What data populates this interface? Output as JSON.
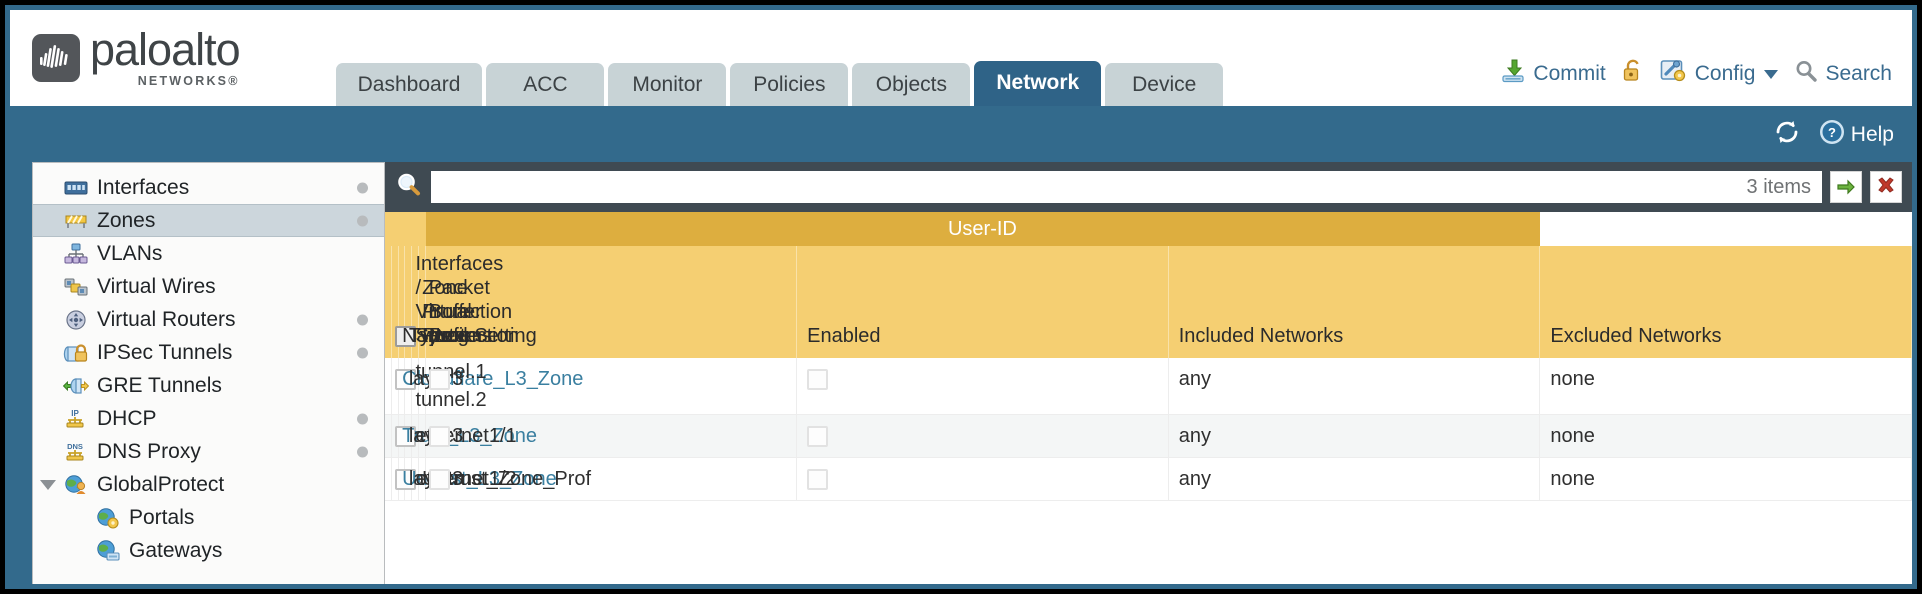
{
  "brand": {
    "name": "paloalto",
    "sub": "NETWORKS®",
    "logo_icon": "paloalto-logo-icon"
  },
  "tabs": [
    {
      "label": "Dashboard",
      "active": false
    },
    {
      "label": "ACC",
      "active": false
    },
    {
      "label": "Monitor",
      "active": false
    },
    {
      "label": "Policies",
      "active": false
    },
    {
      "label": "Objects",
      "active": false
    },
    {
      "label": "Network",
      "active": true
    },
    {
      "label": "Device",
      "active": false
    }
  ],
  "top_actions": {
    "commit": "Commit",
    "lock_icon": "padlock-unlocked-icon",
    "config": "Config",
    "search": "Search"
  },
  "band": {
    "refresh_icon": "refresh-icon",
    "help": "Help"
  },
  "sidebar": {
    "items": [
      {
        "label": "Interfaces",
        "icon": "interfaces-icon",
        "selected": false,
        "dot": true,
        "child": false,
        "expander": false
      },
      {
        "label": "Zones",
        "icon": "zones-icon",
        "selected": true,
        "dot": true,
        "child": false,
        "expander": false
      },
      {
        "label": "VLANs",
        "icon": "vlans-icon",
        "selected": false,
        "dot": false,
        "child": false,
        "expander": false
      },
      {
        "label": "Virtual Wires",
        "icon": "virtual-wires-icon",
        "selected": false,
        "dot": false,
        "child": false,
        "expander": false
      },
      {
        "label": "Virtual Routers",
        "icon": "virtual-routers-icon",
        "selected": false,
        "dot": true,
        "child": false,
        "expander": false
      },
      {
        "label": "IPSec Tunnels",
        "icon": "ipsec-tunnels-icon",
        "selected": false,
        "dot": true,
        "child": false,
        "expander": false
      },
      {
        "label": "GRE Tunnels",
        "icon": "gre-tunnels-icon",
        "selected": false,
        "dot": false,
        "child": false,
        "expander": false
      },
      {
        "label": "DHCP",
        "icon": "dhcp-icon",
        "selected": false,
        "dot": true,
        "child": false,
        "expander": false
      },
      {
        "label": "DNS Proxy",
        "icon": "dns-proxy-icon",
        "selected": false,
        "dot": true,
        "child": false,
        "expander": false
      },
      {
        "label": "GlobalProtect",
        "icon": "globalprotect-icon",
        "selected": false,
        "dot": false,
        "child": false,
        "expander": true
      },
      {
        "label": "Portals",
        "icon": "portals-icon",
        "selected": false,
        "dot": false,
        "child": true,
        "expander": false
      },
      {
        "label": "Gateways",
        "icon": "gateways-icon",
        "selected": false,
        "dot": false,
        "child": true,
        "expander": false
      }
    ]
  },
  "toolbar": {
    "search_icon": "search-magnifier-icon",
    "search_value": "",
    "search_placeholder": "",
    "items_count": "3 items",
    "apply_icon": "apply-arrow-icon",
    "clear_icon": "clear-x-icon"
  },
  "table": {
    "group_header": "User-ID",
    "columns": [
      "Name",
      "Type",
      "Interfaces / Virtual Systems",
      "Zone Protection Profile",
      "Packet Buffer Protection",
      "Log Setting",
      "Enabled",
      "Included Networks",
      "Excluded Networks"
    ],
    "rows": [
      {
        "name": "Cloudflare_L3_Zone",
        "type": "layer3",
        "interfaces": [
          "tunnel.1",
          "tunnel.2"
        ],
        "zone_protection_profile": "",
        "packet_buffer_protection": false,
        "log_setting": "",
        "userid_enabled": false,
        "included_networks": "any",
        "excluded_networks": "none"
      },
      {
        "name": "Trust_L3_Zone",
        "type": "layer3",
        "interfaces": [
          "ethernet1/1"
        ],
        "zone_protection_profile": "",
        "packet_buffer_protection": false,
        "log_setting": "",
        "userid_enabled": false,
        "included_networks": "any",
        "excluded_networks": "none"
      },
      {
        "name": "Untrust_L3_Zone",
        "type": "layer3",
        "interfaces": [
          "ethernet1/2"
        ],
        "zone_protection_profile": "Untrust_Zone_Prof",
        "packet_buffer_protection": false,
        "log_setting": "",
        "userid_enabled": false,
        "included_networks": "any",
        "excluded_networks": "none"
      }
    ]
  },
  "colors": {
    "brand_blue": "#336a8c",
    "tab_inactive": "#c8d3d6",
    "tab_active": "#2f6387",
    "table_header": "#f5cf72",
    "group_header": "#ddae3f",
    "link": "#3a7fa0",
    "toolbar_bg": "#3f4a52"
  }
}
